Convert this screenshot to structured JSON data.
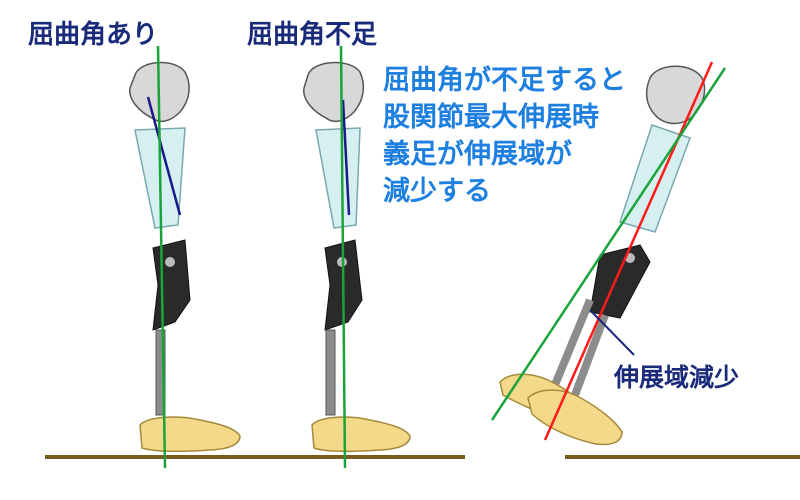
{
  "labels": {
    "with_flexion": "屈曲角あり",
    "insufficient_flexion": "屈曲角不足",
    "explanation": [
      "屈曲角が不足すると",
      "股関節最大伸展時",
      "義足が伸展域が",
      "減少する"
    ],
    "reduced_extension": "伸展域減少"
  },
  "colors": {
    "heading": "#1a2a7a",
    "explanation_text": "#1d7fe0",
    "reference_line": "#1aa33a",
    "socket_axis_line": "#ff1a1a",
    "femur_line": "#1a1a8a",
    "floor": "#7a5a1e",
    "socket": "#d6f0f2",
    "foot": "#f5d98a",
    "knee_joint": "#2a2a2a",
    "pylon": "#8c8c8c",
    "pelvis": "#d8d8d8"
  },
  "figures": [
    {
      "name": "standing-with-flexion"
    },
    {
      "name": "standing-insufficient-flexion"
    },
    {
      "name": "max-hip-extension"
    }
  ]
}
